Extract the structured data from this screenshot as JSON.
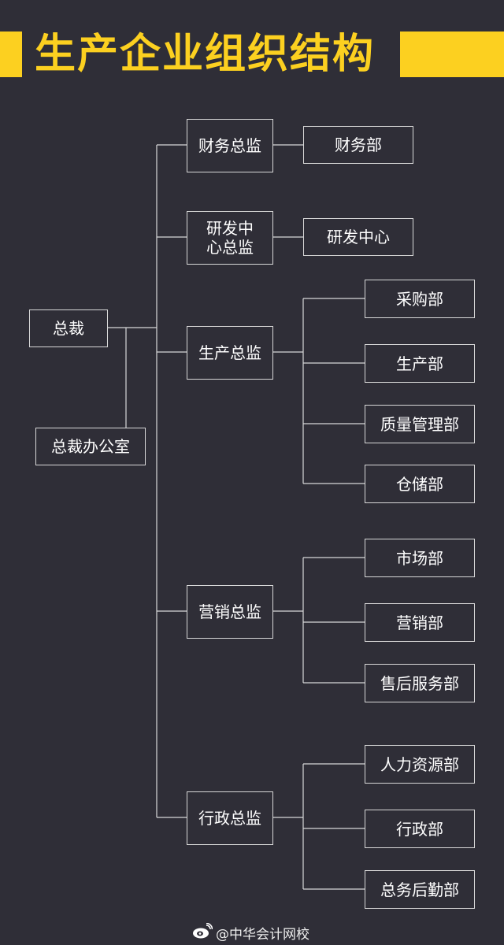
{
  "title": "生产企业组织结构",
  "colors": {
    "background": "#2f2e37",
    "accent": "#fcd020",
    "line": "#d8d8d8"
  },
  "nodes": {
    "ceo": "总裁",
    "ceo_office": "总裁办公室",
    "finance_director": "财务总监",
    "rd_director": "研发中心总监",
    "production_director": "生产总监",
    "marketing_director": "营销总监",
    "admin_director": "行政总监",
    "finance_dept": "财务部",
    "rd_center": "研发中心",
    "purchasing": "采购部",
    "production": "生产部",
    "quality": "质量管理部",
    "warehouse": "仓储部",
    "market": "市场部",
    "sales": "营销部",
    "after_sales": "售后服务部",
    "hr": "人力资源部",
    "admin": "行政部",
    "logistics": "总务后勤部"
  },
  "footer": {
    "icon": "weibo-icon",
    "text": "@中华会计网校"
  }
}
